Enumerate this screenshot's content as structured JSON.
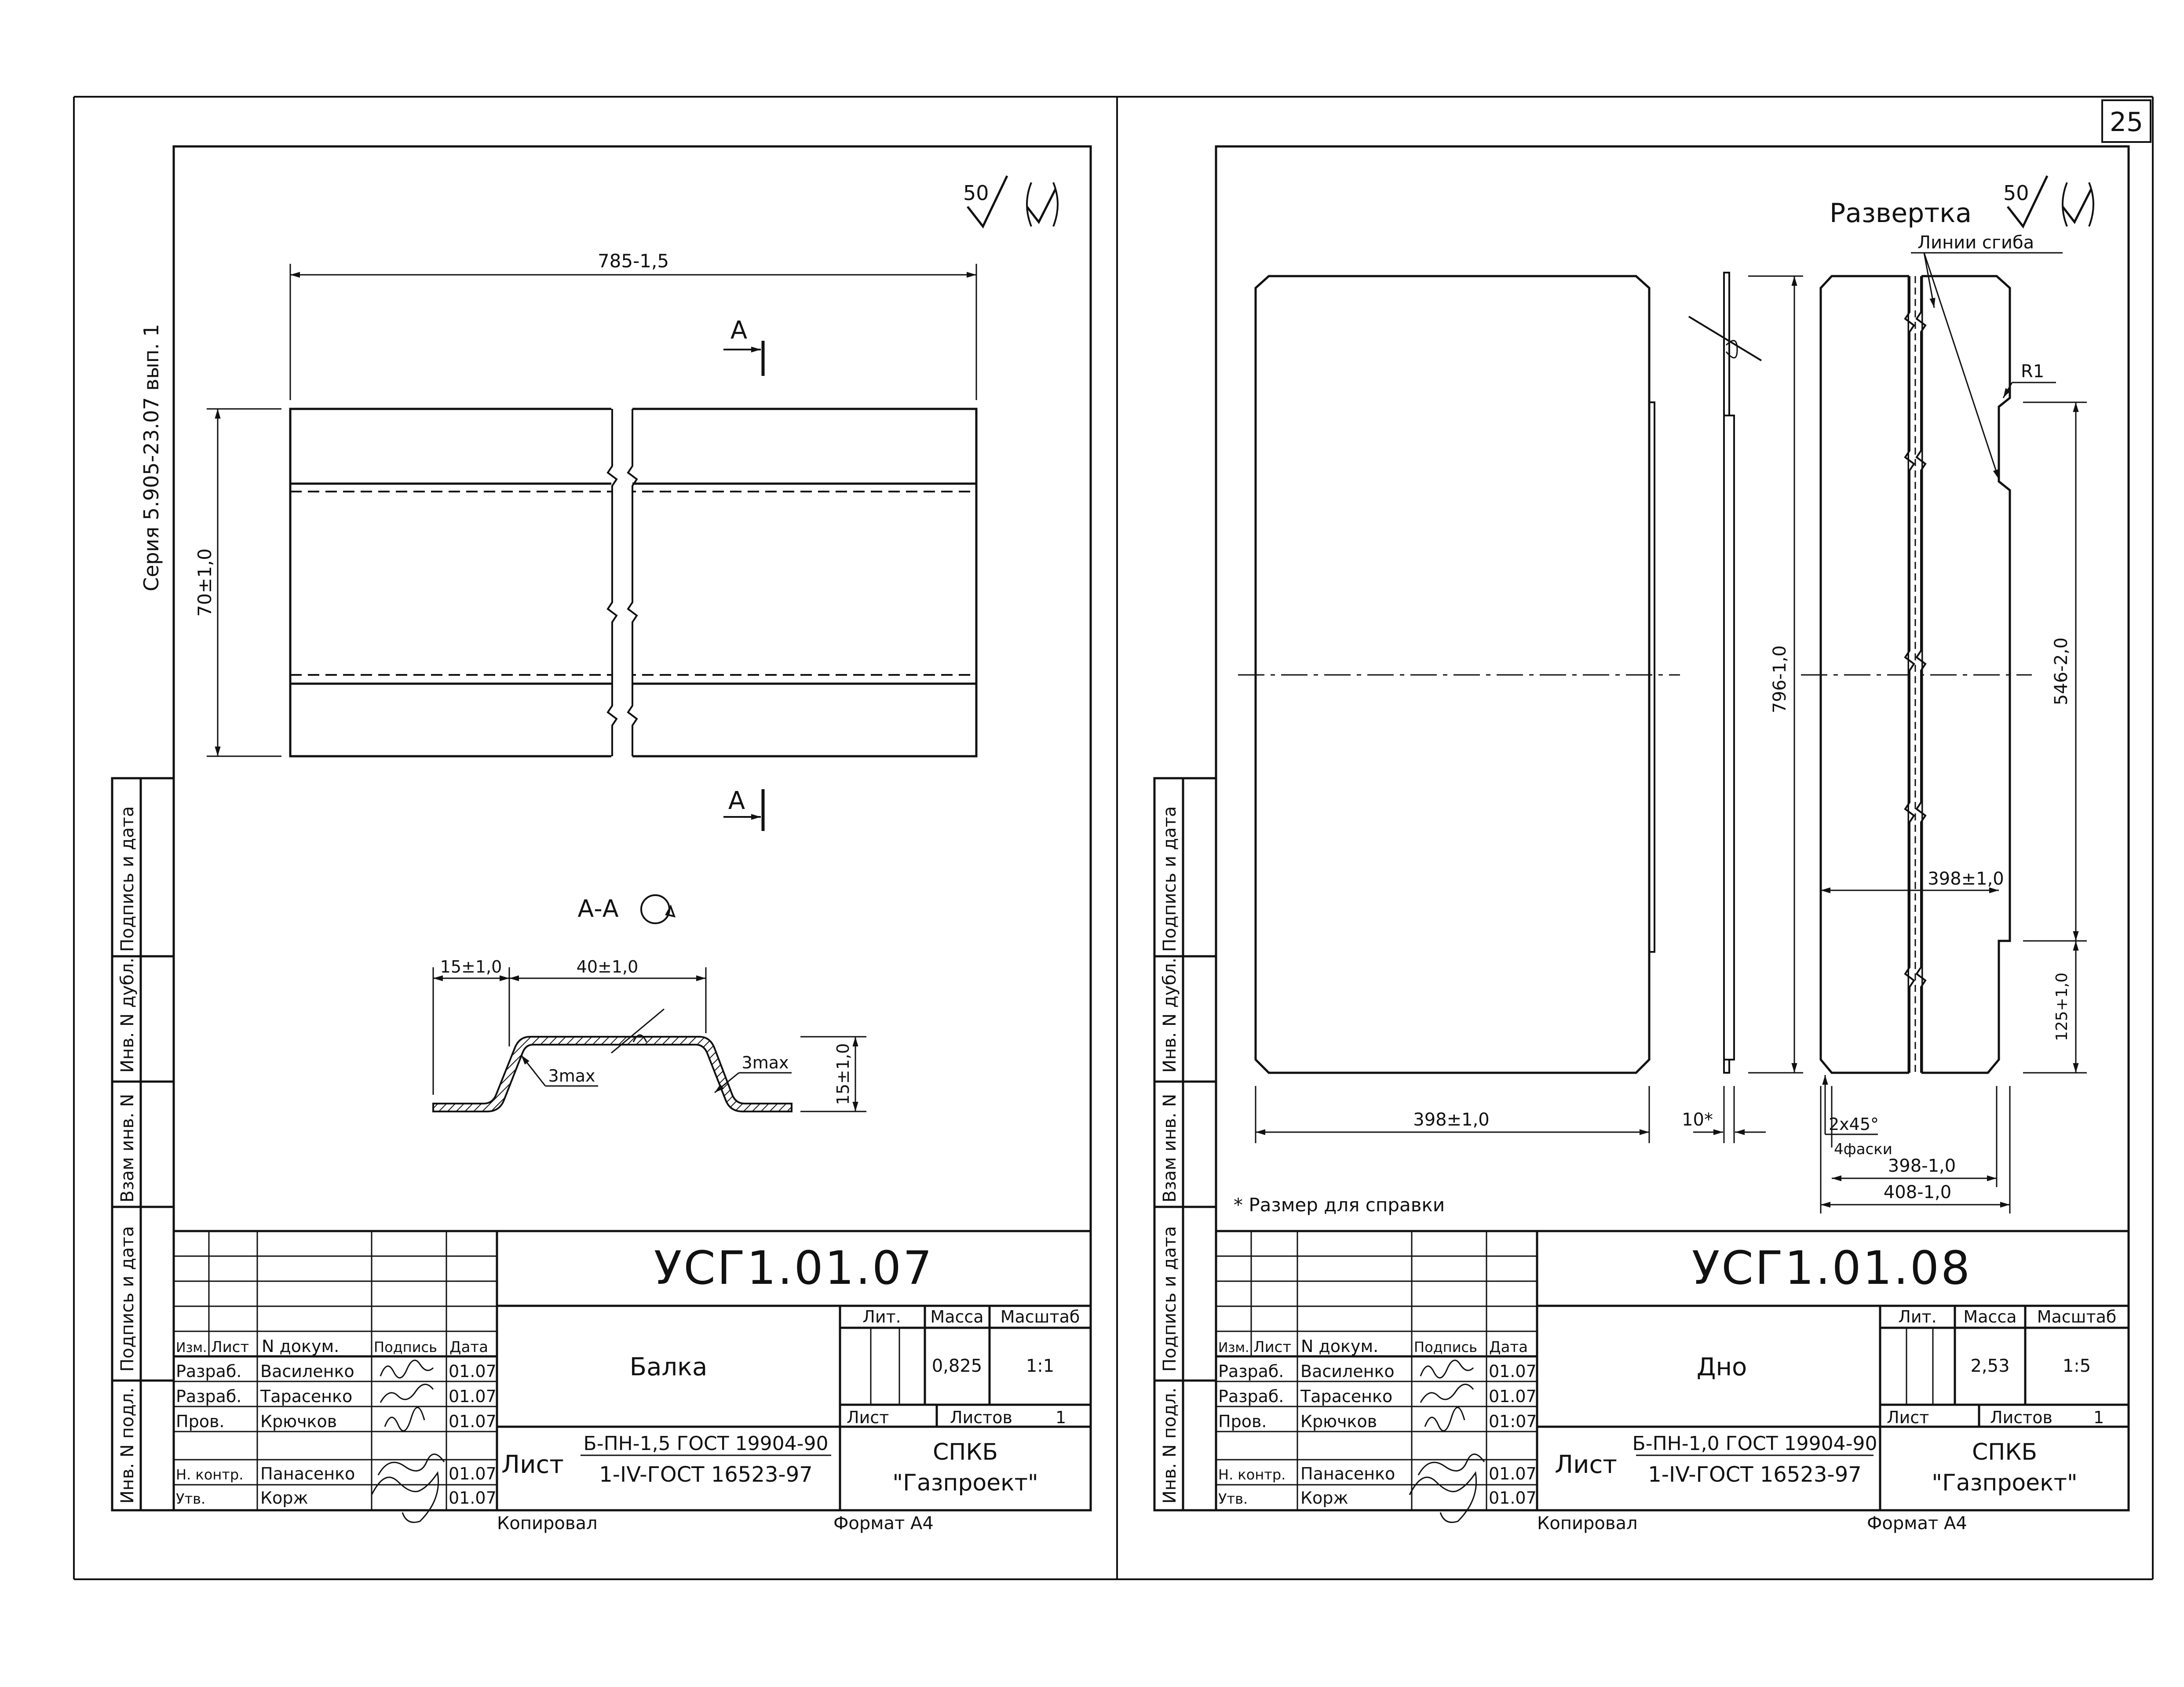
{
  "sheet_number": "25",
  "series_label": "Серия 5.905-23.07 вып. 1",
  "side_labels": {
    "podpis_data": "Подпись и дата",
    "inv_dubl": "Инв. N дубл.",
    "vzam_inv": "Взам инв. N",
    "inv_podl": "Инв. N подл."
  },
  "left": {
    "roughness_value": "50",
    "dims": {
      "length": "785-1,5",
      "height": "70±1,0",
      "flange": "15±1,0",
      "web": "40±1,0",
      "radius_left": "3max",
      "radius_right": "3max",
      "profile_height": "15±1,0"
    },
    "section_mark": "А",
    "section_label": "А-А",
    "title_block": {
      "code": "УСГ1.01.07",
      "name": "Балка",
      "material_line1": "Б-ПН-1,5 ГОСТ 19904-90",
      "material_line2": "1-IV-ГОСТ 16523-97",
      "material_prefix": "Лист",
      "lit": "Лит.",
      "mass_label": "Масса",
      "scale_label": "Масштаб",
      "mass": "0,825",
      "scale": "1:1",
      "sheet": "Лист",
      "sheets": "Листов",
      "sheets_count": "1",
      "org_line1": "СПКБ",
      "org_line2": "\"Газпроект\"",
      "columns": [
        "Изм.",
        "Лист",
        "N докум.",
        "Подпись",
        "Дата"
      ],
      "rows": [
        {
          "role": "Разраб.",
          "name": "Василенко",
          "date": "01.07"
        },
        {
          "role": "Разраб.",
          "name": "Тарасенко",
          "date": "01.07"
        },
        {
          "role": "Пров.",
          "name": "Крючков",
          "date": "01.07"
        },
        {
          "role": "Н. контр.",
          "name": "Панасенко",
          "date": "01.07"
        },
        {
          "role": "Утв.",
          "name": "Корж",
          "date": "01.07"
        }
      ],
      "copied": "Копировал",
      "format": "Формат А4"
    }
  },
  "right": {
    "development_label": "Развертка",
    "roughness_value": "50",
    "fold_lines_label": "Линии сгиба",
    "radius": "R1",
    "dims": {
      "width_bottom": "398±1,0",
      "thickness": "10*",
      "height": "796-1,0",
      "height_right": "546-2,0",
      "width_mid": "398±1,0",
      "bottom_part": "125+1,0",
      "chamfer": "2x45°",
      "chamfer_note": "4фаски",
      "dev_398": "398-1,0",
      "dev_408": "408-1,0"
    },
    "reference_note": "* Размер для справки",
    "title_block": {
      "code": "УСГ1.01.08",
      "name": "Дно",
      "material_line1": "Б-ПН-1,0 ГОСТ 19904-90",
      "material_line2": "1-IV-ГОСТ 16523-97",
      "material_prefix": "Лист",
      "lit": "Лит.",
      "mass_label": "Масса",
      "scale_label": "Масштаб",
      "mass": "2,53",
      "scale": "1:5",
      "sheet": "Лист",
      "sheets": "Листов",
      "sheets_count": "1",
      "org_line1": "СПКБ",
      "org_line2": "\"Газпроект\"",
      "columns": [
        "Изм.",
        "Лист",
        "N докум.",
        "Подпись",
        "Дата"
      ],
      "rows": [
        {
          "role": "Разраб.",
          "name": "Василенко",
          "date": "01.07"
        },
        {
          "role": "Разраб.",
          "name": "Тарасенко",
          "date": "01.07"
        },
        {
          "role": "Пров.",
          "name": "Крючков",
          "date": "01:07"
        },
        {
          "role": "Н. контр.",
          "name": "Панасенко",
          "date": "01.07"
        },
        {
          "role": "Утв.",
          "name": "Корж",
          "date": "01.07"
        }
      ],
      "copied": "Копировал",
      "format": "Формат А4"
    }
  }
}
